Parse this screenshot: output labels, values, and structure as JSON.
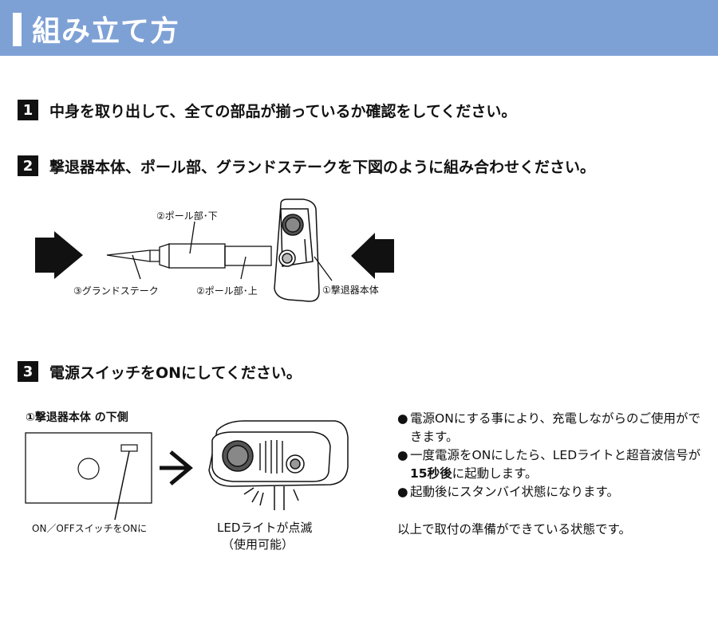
{
  "header": {
    "title": "組み立て方"
  },
  "steps": [
    {
      "num": "1",
      "text": "中身を取り出して、全ての部品が揃っているか確認をしてください。"
    },
    {
      "num": "2",
      "text": "撃退器本体、ポール部、グランドステークを下図のように組み合わせください。"
    },
    {
      "num": "3",
      "text": "電源スイッチをONにしてください。"
    }
  ],
  "diagram1": {
    "label_pole_lower": "②ポール部･下",
    "label_stake": "③グランドステーク",
    "label_pole_upper": "②ポール部･上",
    "label_body": "①撃退器本体"
  },
  "diagram2": {
    "subtitle": "①撃退器本体 の下側",
    "switch_label": "ON／OFFスイッチをONに",
    "led_line1": "LEDライトが点滅",
    "led_line2": "（使用可能）"
  },
  "bullets": {
    "b1": "電源ONにする事により、充電しながらのご使用ができます。",
    "b2_pre": "一度電源をONにしたら、LEDライトと超音波信号が",
    "b2_bold": "15秒後",
    "b2_post": "に起動します。",
    "b3": "起動後にスタンバイ状態になります。",
    "dot": "●"
  },
  "closing": "以上で取付の準備ができている状態です。"
}
